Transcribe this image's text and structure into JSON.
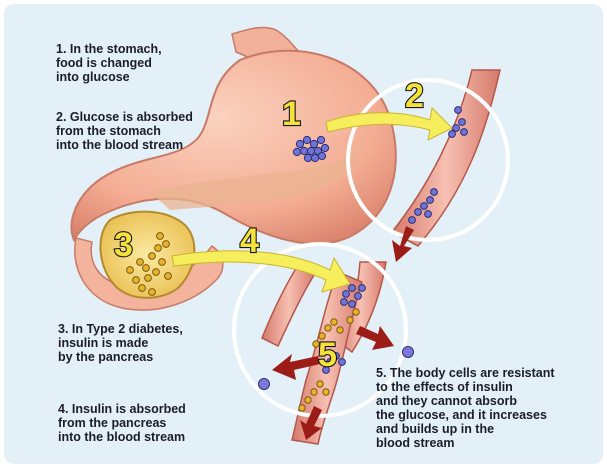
{
  "captions": {
    "step1": "1. In the stomach,\nfood is changed\ninto glucose",
    "step2": "2. Glucose is absorbed\nfrom the stomach\ninto the blood stream",
    "step3": "3. In Type 2 diabetes,\ninsulin is made\nby the pancreas",
    "step4": "4. Insulin is absorbed\nfrom the pancreas\ninto the blood stream",
    "step5": "5. The body cells are resistant\nto the effects of insulin\nand they cannot absorb\nthe glucose, and it increases\nand builds up in the\nblood stream"
  },
  "markers": {
    "m1": "1",
    "m2": "2",
    "m3": "3",
    "m4": "4",
    "m5": "5"
  },
  "colors": {
    "background": "#e4f0f7",
    "stomach": "#f4b49c",
    "pancreas": "#f5d873",
    "vessel": "#f2a898",
    "glucose": "#6f74d6",
    "insulin": "#e8b22a",
    "arrow_yellow": "#f7ee5e",
    "arrow_red": "#9c1c18"
  }
}
